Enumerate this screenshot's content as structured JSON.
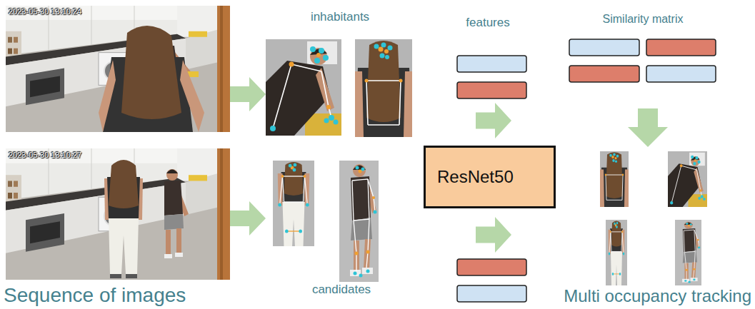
{
  "diagram": {
    "nodes": [
      {
        "text": [
          "ResNet50"
        ]
      }
    ],
    "labels": [
      "2023-05-30 13:10:24",
      "inhabitants",
      "features",
      "Similarity matrix",
      "2023-05-30 13:10:27",
      "candidates",
      "Sequence of images",
      "Multi occupancy tracking"
    ]
  }
}
